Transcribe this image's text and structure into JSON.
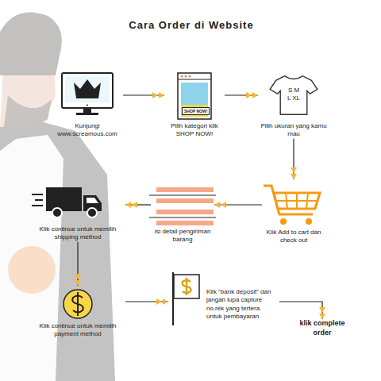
{
  "diagram": {
    "title": "Cara Order di Website",
    "nodes": [
      {
        "text": [
          "Kunjungi www.screamous.com"
        ]
      },
      {
        "text": [
          "Pilih kategori klik SHOP NOW!"
        ]
      },
      {
        "text": [
          "SHOP NOW!"
        ],
        "in": 1
      },
      {
        "text": [
          "Pilih ukuran yang kamu mau"
        ]
      },
      {
        "text": [
          "S M L XL"
        ],
        "in": 3
      },
      {
        "text": [
          "Klik Add to cart dan check out"
        ]
      },
      {
        "text": [
          "isi detail pengiriman barang"
        ]
      },
      {
        "text": [
          "Klik continue untuk memilih shipping method"
        ]
      },
      {
        "text": [
          "Klik continue untuk memilih payment method"
        ]
      },
      {
        "text": [
          "Klik “bank deposit” dan jangan lupa capture no.rek yang tertera untuk pembayaran"
        ]
      },
      {
        "text": [
          "klik complete order"
        ]
      }
    ],
    "edges": [
      {
        "from": 0,
        "to": 1,
        "arrow": "to"
      },
      {
        "from": 1,
        "to": 3,
        "arrow": "to"
      },
      {
        "from": 3,
        "to": 5,
        "arrow": "to"
      },
      {
        "from": 5,
        "to": 6,
        "arrow": "to"
      },
      {
        "from": 6,
        "to": 7,
        "arrow": "to"
      },
      {
        "from": 7,
        "to": 8,
        "arrow": "to"
      },
      {
        "from": 8,
        "to": 9,
        "arrow": "to"
      },
      {
        "from": 9,
        "to": 10,
        "arrow": "to"
      }
    ]
  }
}
